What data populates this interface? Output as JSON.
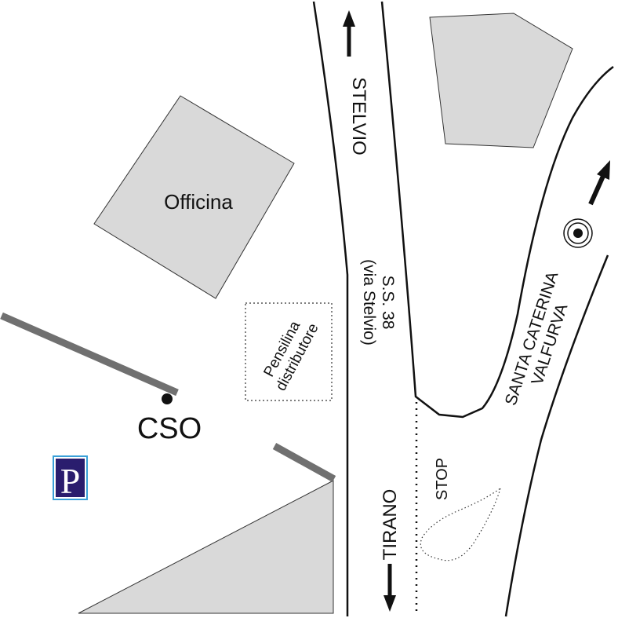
{
  "labels": {
    "officina": "Officina",
    "cso": "CSO",
    "pensilina_line1": "Pensilina",
    "pensilina_line2": "distributore",
    "stelvio": "STELVIO",
    "ss38_line1": "S.S. 38",
    "ss38_line2": "(via Stelvio)",
    "tirano": "TIRANO",
    "stop": "STOP",
    "santa_caterina_line1": "SANTA CATERINA",
    "santa_caterina_line2": "VALFURVA",
    "parking": "P"
  },
  "colors": {
    "building": "#d9d9d9",
    "wall": "#707070",
    "parking_bg": "#2a1d6e",
    "parking_border": "#3aa0d8"
  }
}
